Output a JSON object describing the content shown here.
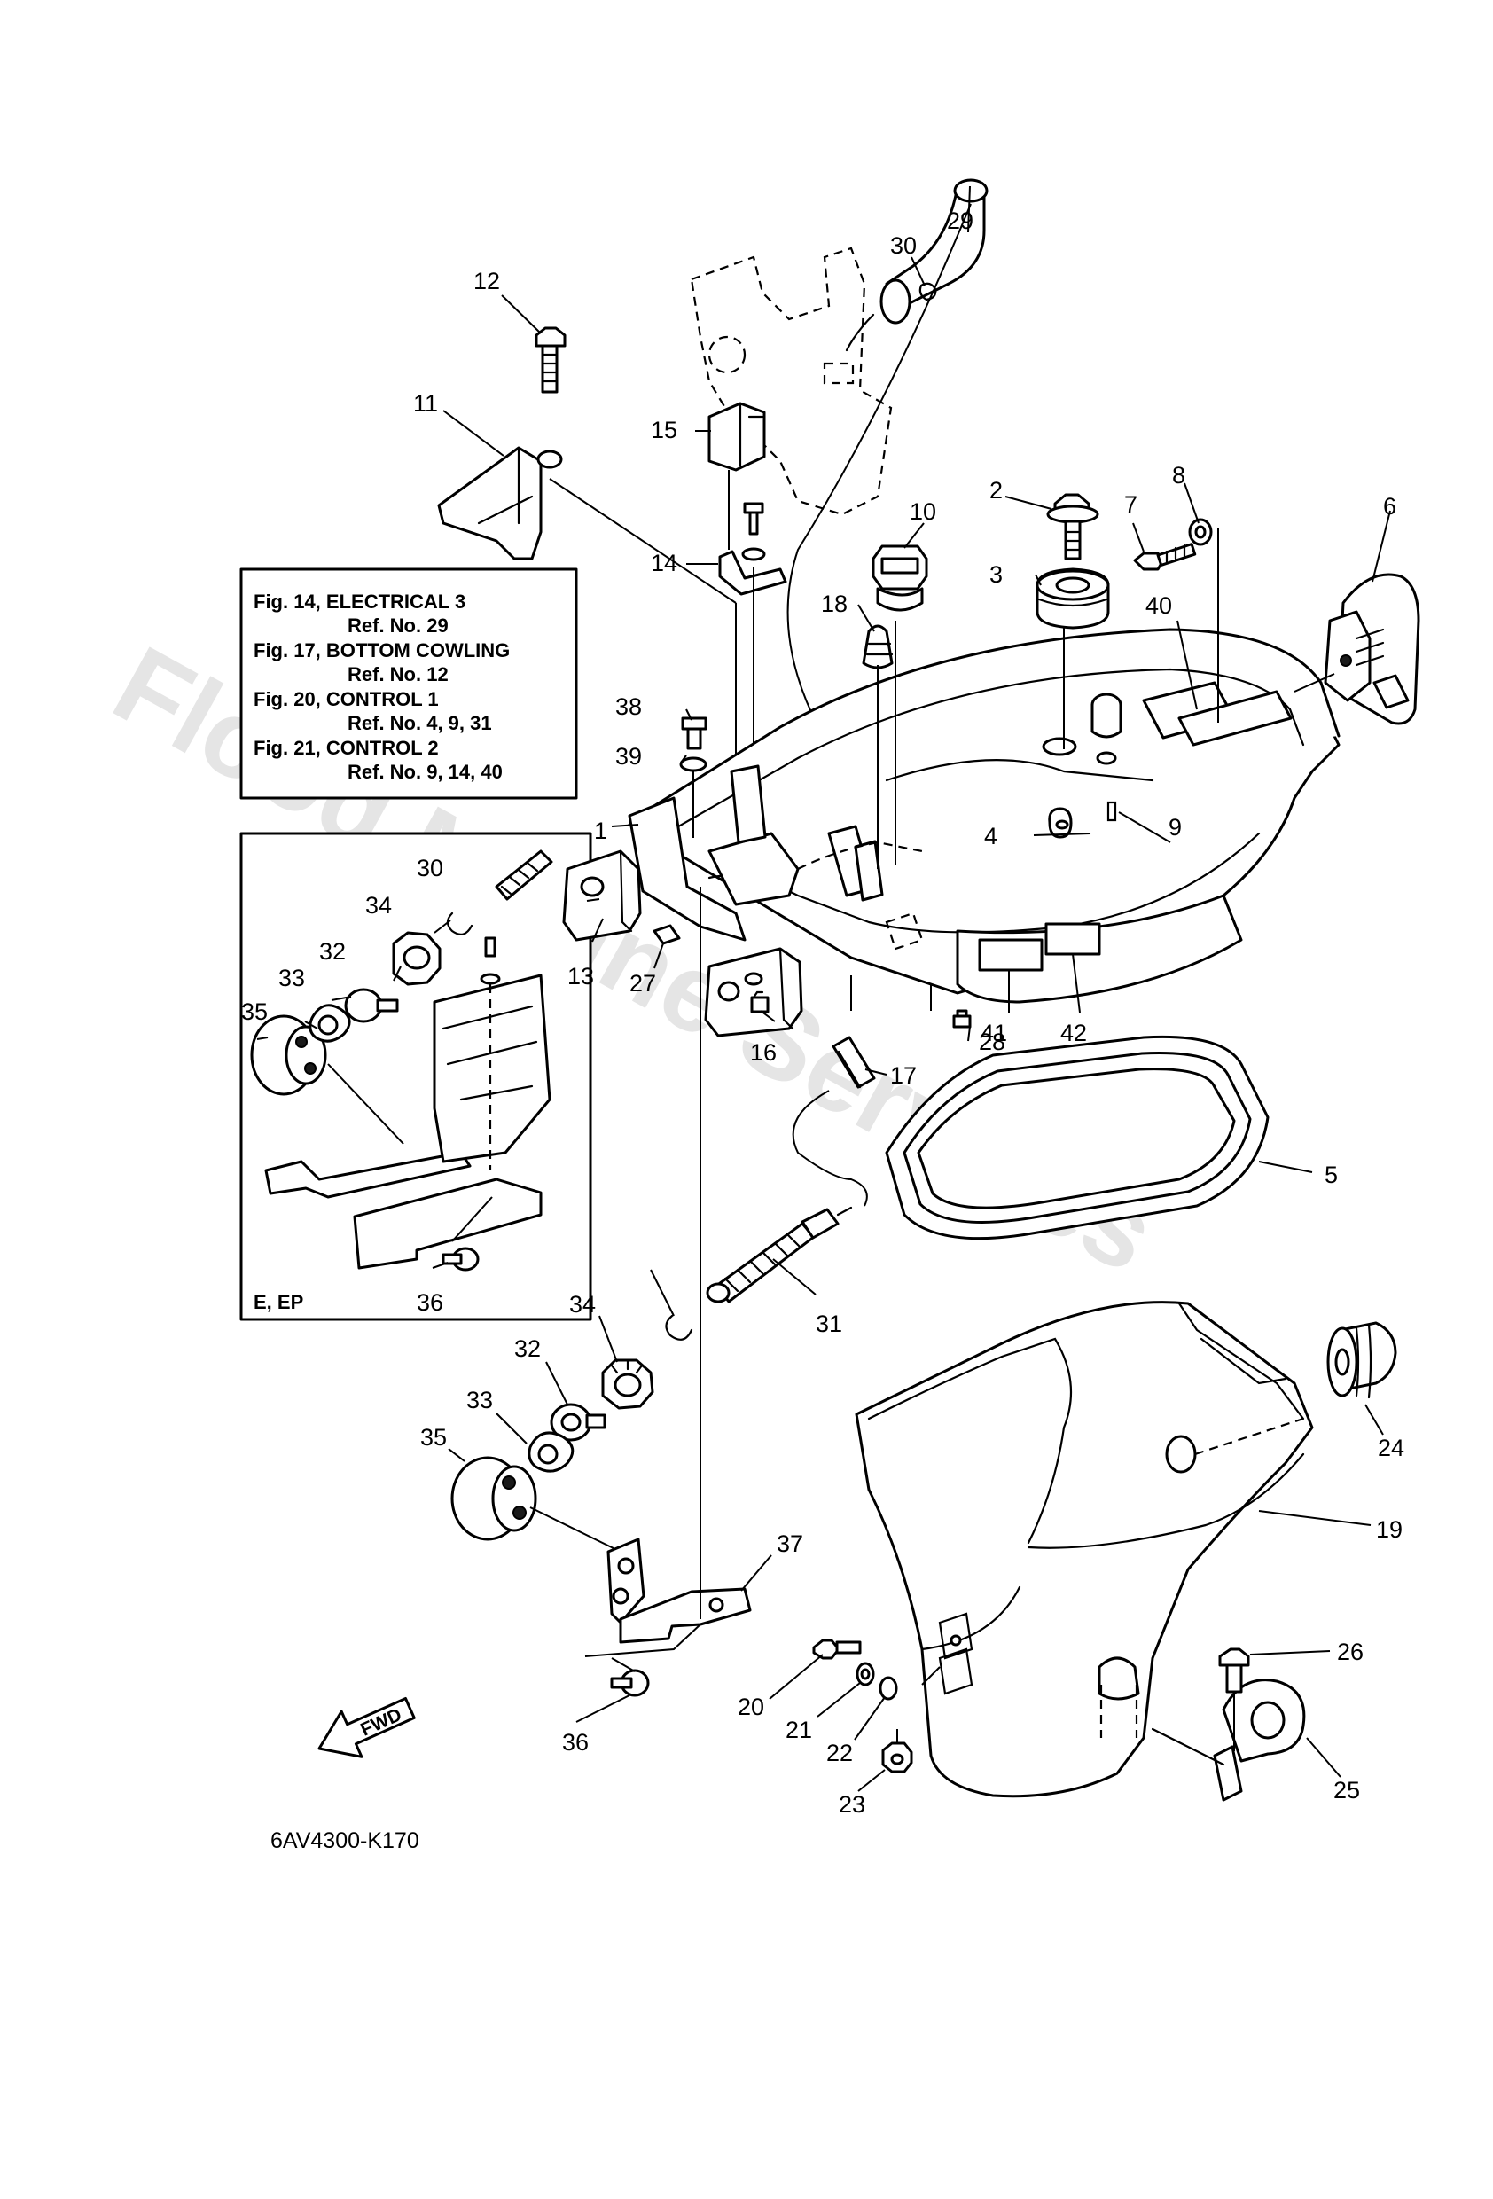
{
  "diagram": {
    "drawing_code": "6AV4300-K170",
    "watermark": "Flood Marine Services",
    "fwd_label": "FWD",
    "inset_label": "E, EP",
    "reference_notes": [
      {
        "figure": "Fig. 14, ELECTRICAL 3",
        "refs": "Ref. No. 29"
      },
      {
        "figure": "Fig. 17, BOTTOM COWLING",
        "refs": "Ref. No. 12"
      },
      {
        "figure": "Fig. 20, CONTROL 1",
        "refs": "Ref. No. 4, 9, 31"
      },
      {
        "figure": "Fig. 21, CONTROL 2",
        "refs": "Ref. No. 9, 14, 40"
      }
    ],
    "callouts": [
      "1",
      "2",
      "3",
      "4",
      "5",
      "6",
      "7",
      "8",
      "9",
      "10",
      "11",
      "12",
      "13",
      "14",
      "15",
      "16",
      "17",
      "18",
      "19",
      "20",
      "21",
      "22",
      "23",
      "24",
      "25",
      "26",
      "27",
      "28",
      "29",
      "30",
      "31",
      "32",
      "33",
      "34",
      "35",
      "36",
      "37",
      "38",
      "39",
      "40",
      "41",
      "42",
      "30",
      "34",
      "32",
      "33",
      "35",
      "36"
    ]
  }
}
